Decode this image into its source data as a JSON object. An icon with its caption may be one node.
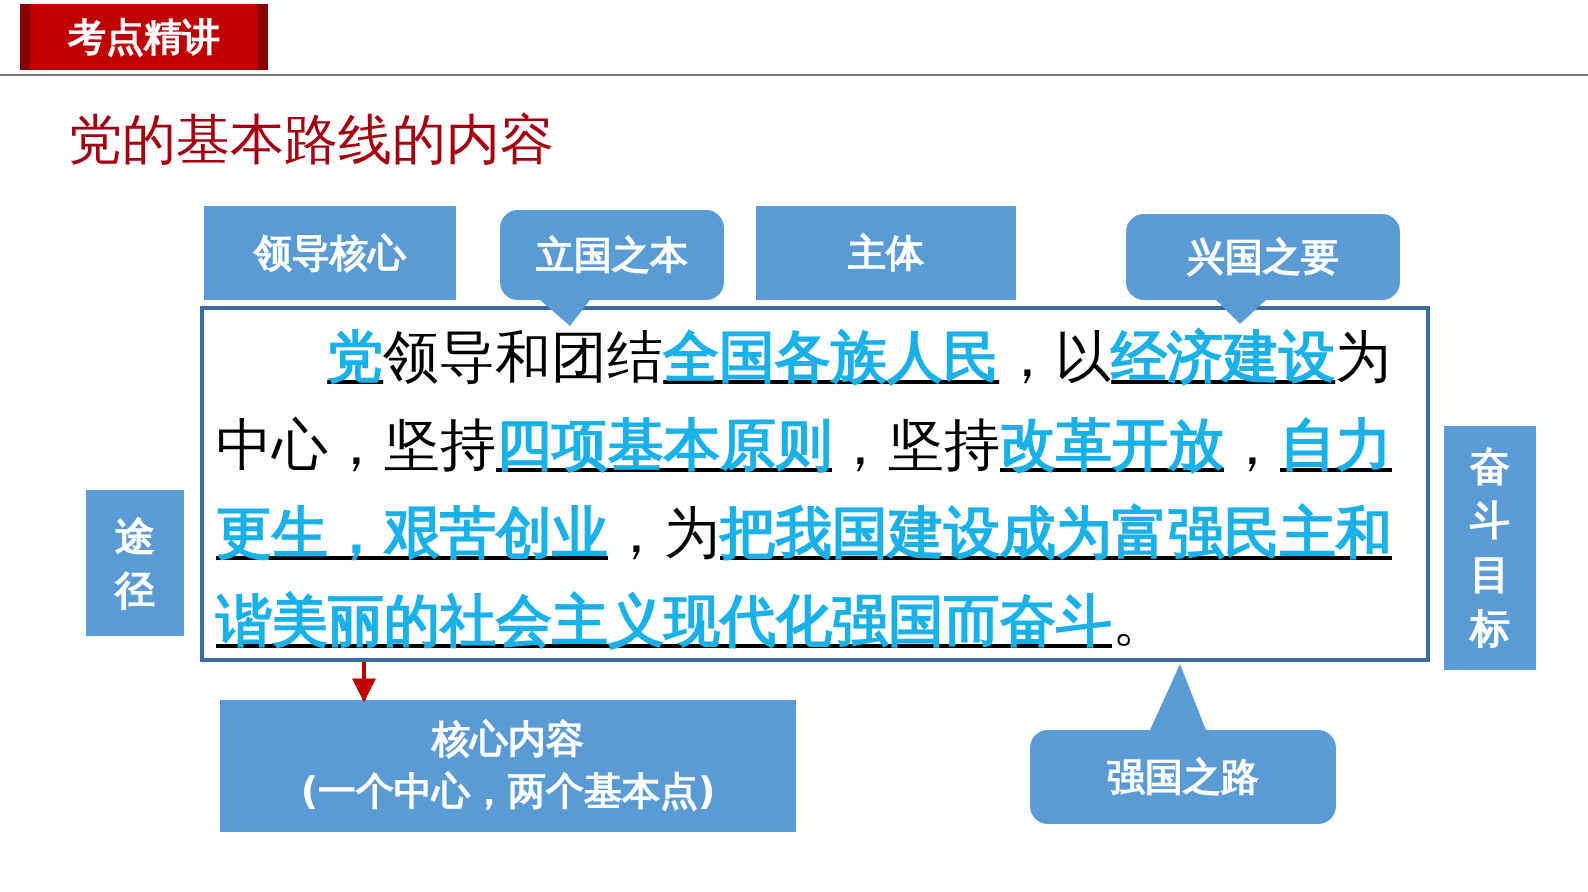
{
  "diagram": {
    "title": "党的基本路线的内容",
    "nodes": [
      {
        "text": [
          "**党**领导和团结**全国各族人民**，以**经济建设**为中心，坚持**四项基本原则**，坚持**改革开放**，**自力更生，艰苦创业**，为**把我国建设成为富强民主和谐美丽的社会主义现代化强国而奋斗**。"
        ]
      },
      {
        "text": [
          "领导核心"
        ]
      },
      {
        "text": [
          "立国之本"
        ]
      },
      {
        "text": [
          "主体"
        ]
      },
      {
        "text": [
          "兴国之要"
        ]
      },
      {
        "text": [
          "途径"
        ]
      },
      {
        "text": [
          "奋斗目标"
        ]
      },
      {
        "text": [
          "核心内容",
          "(一个中心，两个基本点)"
        ]
      },
      {
        "text": [
          "强国之路"
        ]
      }
    ],
    "edges": [
      {
        "from": 0,
        "to": 7,
        "arrow": "to",
        "color": "#c00000"
      }
    ],
    "labels": [
      "考点精讲"
    ]
  }
}
